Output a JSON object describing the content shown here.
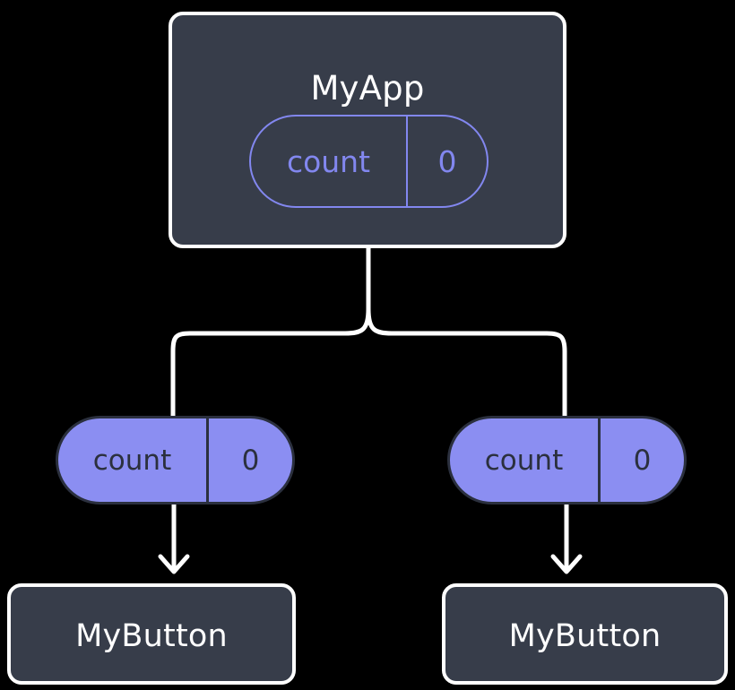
{
  "diagram": {
    "title": "React component tree with shared count state",
    "background_color": "#000000",
    "palette": {
      "box_fill": "#373d4a",
      "box_border": "#ffffff",
      "box_text": "#ffffff",
      "state_accent": "#8287ef",
      "state_fill": "#8b8ef2",
      "state_fill_text": "#2b303e",
      "wire": "#ffffff"
    }
  },
  "root": {
    "name": "root-component",
    "label": "MyApp",
    "state": {
      "key_label": "count",
      "value_label": "0",
      "style": "outlined"
    }
  },
  "children": [
    {
      "name": "child-left",
      "prop": {
        "key_label": "count",
        "value_label": "0",
        "style": "filled"
      },
      "component": {
        "label": "MyButton"
      }
    },
    {
      "name": "child-right",
      "prop": {
        "key_label": "count",
        "value_label": "0",
        "style": "filled"
      },
      "component": {
        "label": "MyButton"
      }
    }
  ],
  "connectors": {
    "branch": "tree-branch-from-root",
    "arrow_left": "prop-arrow-left",
    "arrow_right": "prop-arrow-right"
  }
}
